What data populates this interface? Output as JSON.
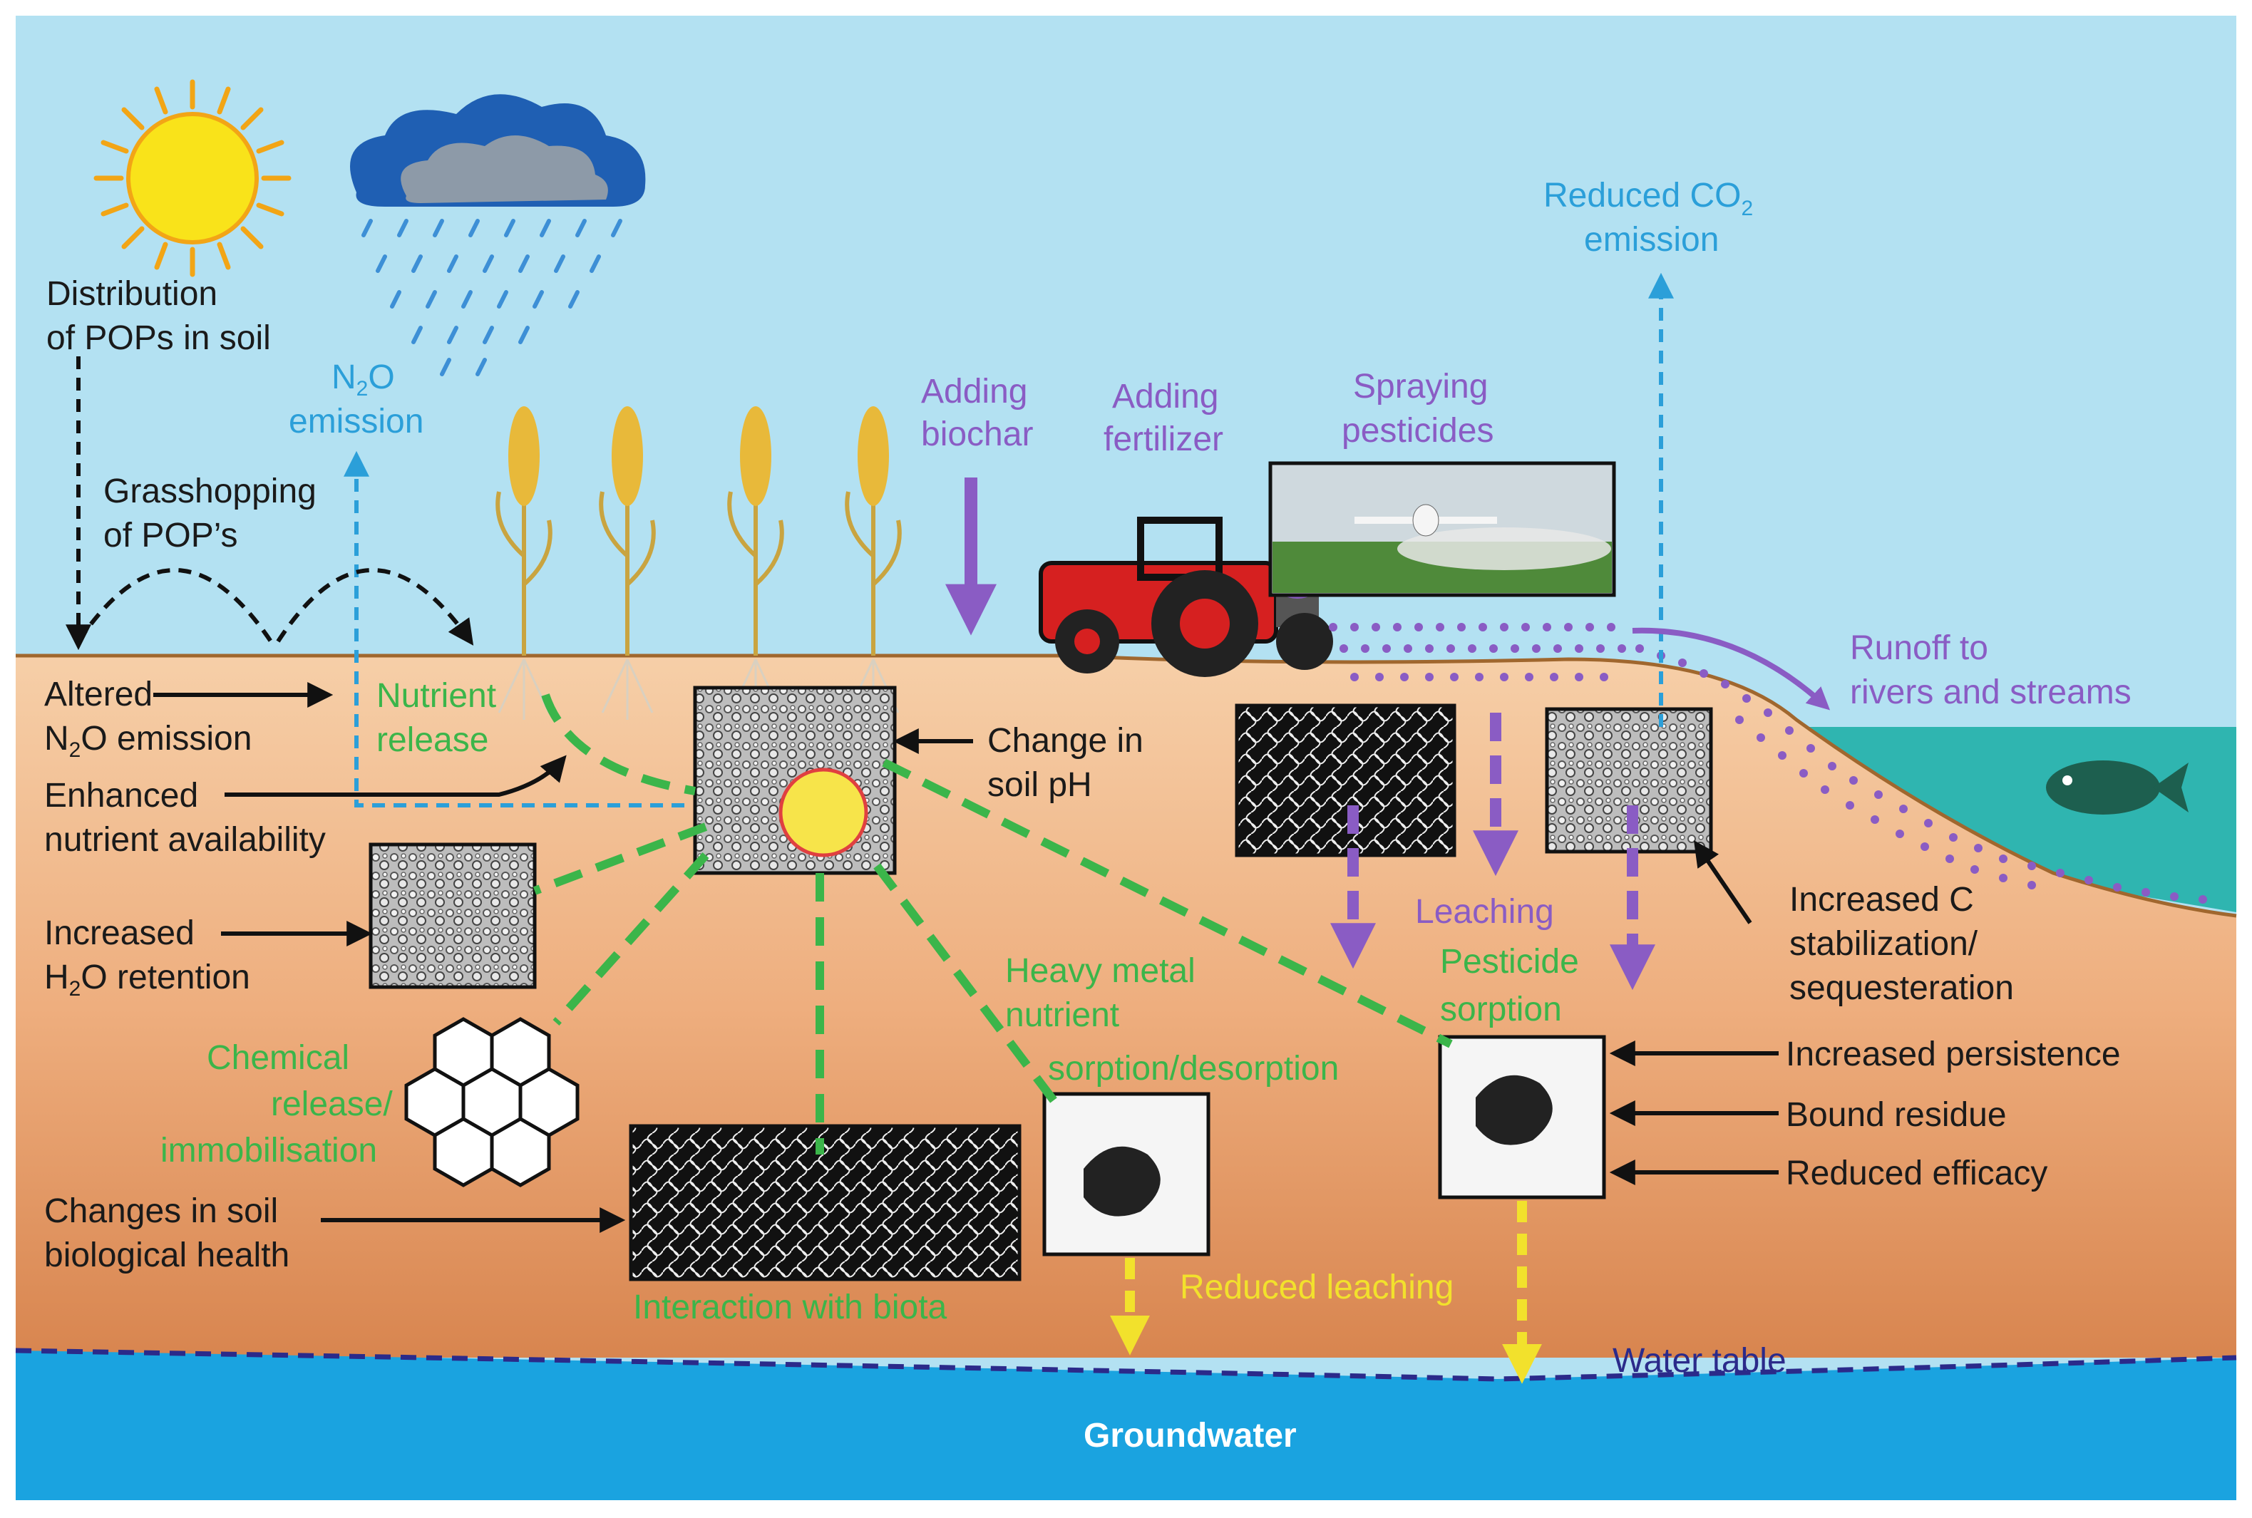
{
  "labels": {
    "distribution": [
      "Distribution",
      "of POPs in soil"
    ],
    "n2o_emission": [
      "N",
      "2",
      "O",
      "emission"
    ],
    "grasshopping": [
      "Grasshopping",
      "of POP’s"
    ],
    "altered_n2o": [
      "Altered",
      "N",
      "2",
      "O emission"
    ],
    "enhanced_nutrient": [
      "Enhanced",
      "nutrient availability"
    ],
    "nutrient_release": [
      "Nutrient",
      "release"
    ],
    "change_ph": [
      "Change in",
      "soil pH"
    ],
    "increased_h2o": [
      "Increased",
      "H",
      "2",
      "O retention"
    ],
    "chemical_release": [
      "Chemical",
      "release/",
      "immobilisation"
    ],
    "changes_soil_health": [
      "Changes in soil",
      "biological health"
    ],
    "interaction_biota": "Interaction with biota",
    "heavy_metal": [
      "Heavy metal",
      "nutrient",
      "sorption/desorption"
    ],
    "reduced_leaching": "Reduced leaching",
    "adding_biochar": [
      "Adding",
      "biochar"
    ],
    "adding_fertilizer": [
      "Adding",
      "fertilizer"
    ],
    "spraying_pesticides": [
      "Spraying",
      "pesticides"
    ],
    "reduced_co2": [
      "Reduced CO",
      "2",
      "emission"
    ],
    "runoff": [
      "Runoff to",
      "rivers and streams"
    ],
    "leaching": "Leaching",
    "pesticide_sorption": [
      "Pesticide",
      "sorption"
    ],
    "increased_c": [
      "Increased C",
      "stabilization/",
      "sequesteration"
    ],
    "increased_persistence": "Increased persistence",
    "bound_residue": "Bound residue",
    "reduced_efficacy": "Reduced efficacy",
    "water_table": "Water table",
    "groundwater": "Groundwater"
  },
  "colors": {
    "sky": "#b3e1f2",
    "soil_top": "#f5c9a0",
    "soil_bottom": "#d98b57",
    "sea": "#2fb5b0",
    "groundwater": "#1aa3e0",
    "green_line": "#3bb54a",
    "purple": "#8a5cc4",
    "blue_dash": "#2b9fd9",
    "yellow": "#f2e12c",
    "navy": "#2b2a8a"
  },
  "icons": [
    "sun-icon",
    "rain-cloud-icon",
    "wheat-plant-icon",
    "tractor-icon",
    "crop-duster-plane-icon",
    "fish-icon",
    "hexagon-molecule-icon"
  ]
}
